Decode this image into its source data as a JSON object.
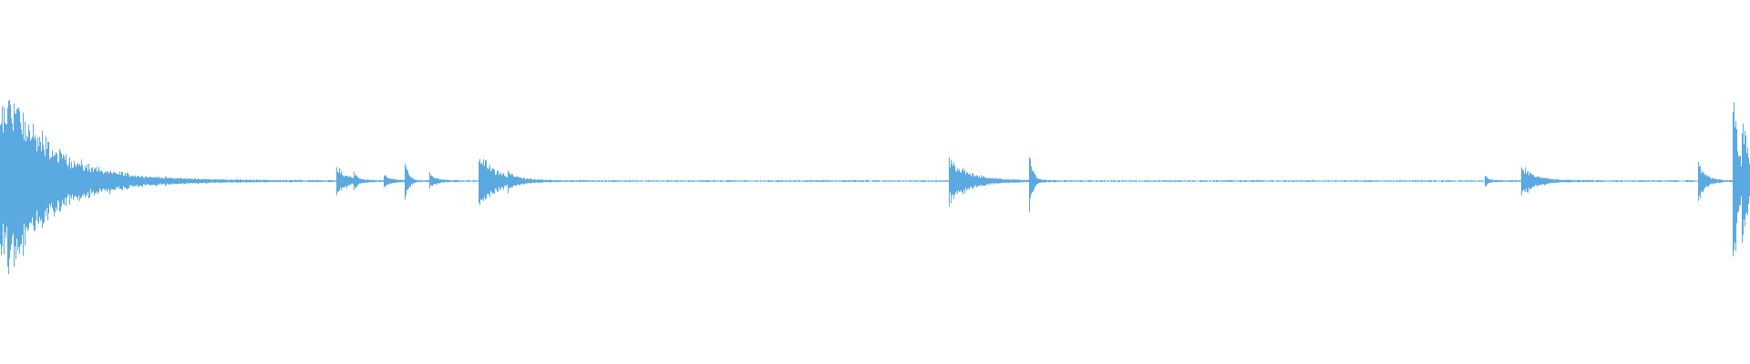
{
  "waveform": {
    "color": "#5aa9e0",
    "background": "#ffffff",
    "amplitude_scale": "linear",
    "baseline_amplitude": 0.005,
    "events": [
      {
        "t": 0.0,
        "amp": 0.62,
        "decay": 0.03
      },
      {
        "t": 0.004,
        "amp": 0.3,
        "decay": 0.015
      },
      {
        "t": 0.192,
        "amp": 0.12,
        "decay": 0.006
      },
      {
        "t": 0.202,
        "amp": 0.06,
        "decay": 0.002
      },
      {
        "t": 0.219,
        "amp": 0.05,
        "decay": 0.004
      },
      {
        "t": 0.231,
        "amp": 0.18,
        "decay": 0.002
      },
      {
        "t": 0.245,
        "amp": 0.06,
        "decay": 0.004
      },
      {
        "t": 0.273,
        "amp": 0.26,
        "decay": 0.01
      },
      {
        "t": 0.29,
        "amp": 0.05,
        "decay": 0.003
      },
      {
        "t": 0.542,
        "amp": 0.18,
        "decay": 0.012
      },
      {
        "t": 0.588,
        "amp": 0.24,
        "decay": 0.002
      },
      {
        "t": 0.848,
        "amp": 0.07,
        "decay": 0.002
      },
      {
        "t": 0.869,
        "amp": 0.13,
        "decay": 0.008
      },
      {
        "t": 0.97,
        "amp": 0.18,
        "decay": 0.004
      },
      {
        "t": 0.99,
        "amp": 0.9,
        "decay": 0.003
      },
      {
        "t": 0.995,
        "amp": 0.55,
        "decay": 0.004
      }
    ]
  }
}
